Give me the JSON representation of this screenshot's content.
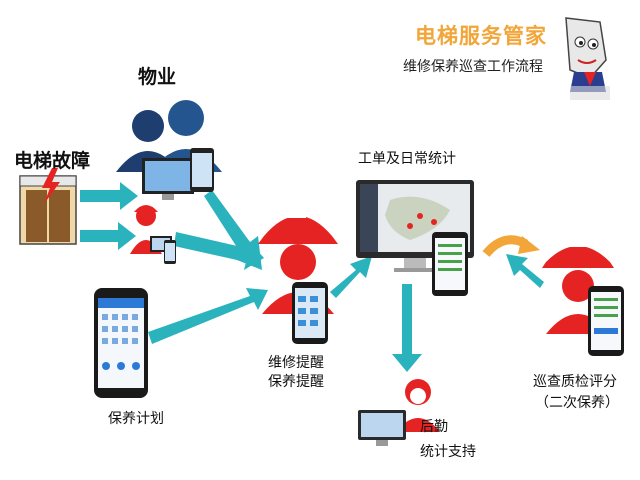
{
  "brand": {
    "title": "电梯服务管家",
    "subtitle": "维修保养巡查工作流程"
  },
  "nodes": {
    "property": "物业",
    "elevator_fault": "电梯故障",
    "work_order_stats": "工单及日常统计",
    "repair_reminder": "维修提醒",
    "maintenance_reminder": "保养提醒",
    "maintenance_plan": "保养计划",
    "inspection_line1": "巡查质检评分",
    "inspection_line2": "（二次保养）",
    "backoffice": "后勤",
    "stats_support": "统计支持"
  },
  "colors": {
    "teal_arrow": "#2bb3bd",
    "red_figure": "#e52322",
    "navy_figure": "#1d3e6e",
    "orange_accent": "#f2a63a"
  }
}
